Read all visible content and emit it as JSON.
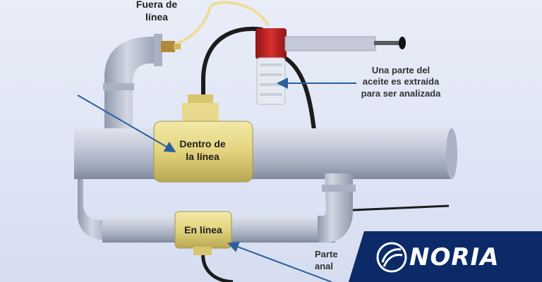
{
  "labels": {
    "fuera": "Fuera de\nlínea",
    "parte": "Una parte del\naceite es extraída\npara ser analizada",
    "dentro": "Dentro de\nla línea",
    "en_linea": "En línea",
    "partial": "Parte\nanal"
  },
  "brand": {
    "name": "NORIA"
  },
  "colors": {
    "pipe": "#bfc6d6",
    "pipe_shade": "#8f99ad",
    "sensor": "#e7d98a",
    "arrow": "#2b5f9e",
    "brand_bg": "#0b2a67",
    "bottle_cap": "#c8252a"
  }
}
